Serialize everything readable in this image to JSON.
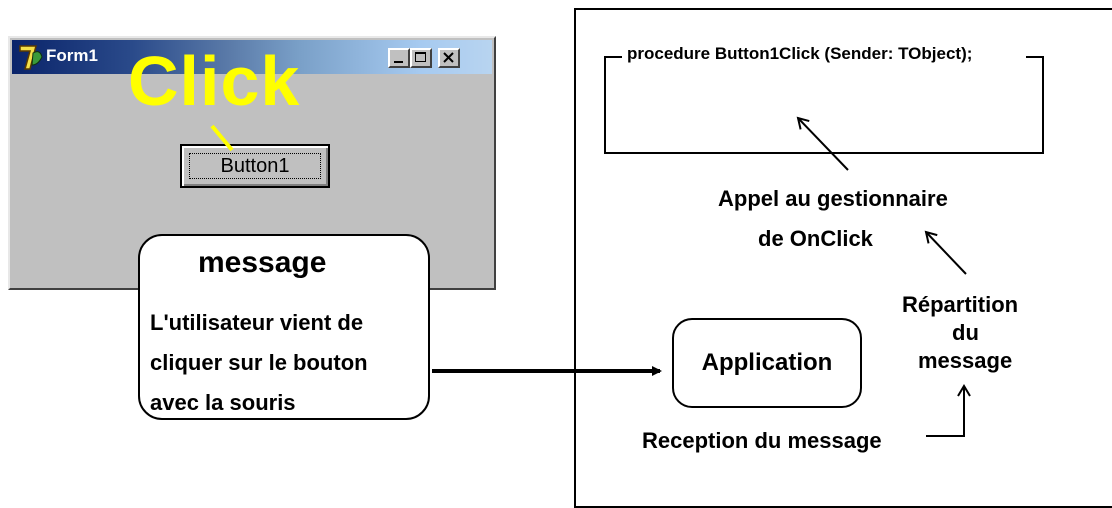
{
  "form": {
    "title": "Form1",
    "button_label": "Button1",
    "click_text": "Click"
  },
  "message": {
    "title": "message",
    "lines": [
      "L'utilisateur vient de",
      "cliquer sur le bouton",
      "avec la souris"
    ]
  },
  "diagram": {
    "procedure_label": "procedure Button1Click (Sender: TObject);",
    "handler_call_lines": [
      "Appel au gestionnaire",
      "de OnClick"
    ],
    "dispatch_lines": [
      "Répartition",
      "du",
      "message"
    ],
    "application_label": "Application",
    "reception_label": "Reception du message"
  },
  "colors": {
    "title_bar_start": "#0a246a",
    "title_bar_end": "#a6caf0",
    "form_face": "#c0c0c0",
    "click_highlight": "#ffff00"
  }
}
